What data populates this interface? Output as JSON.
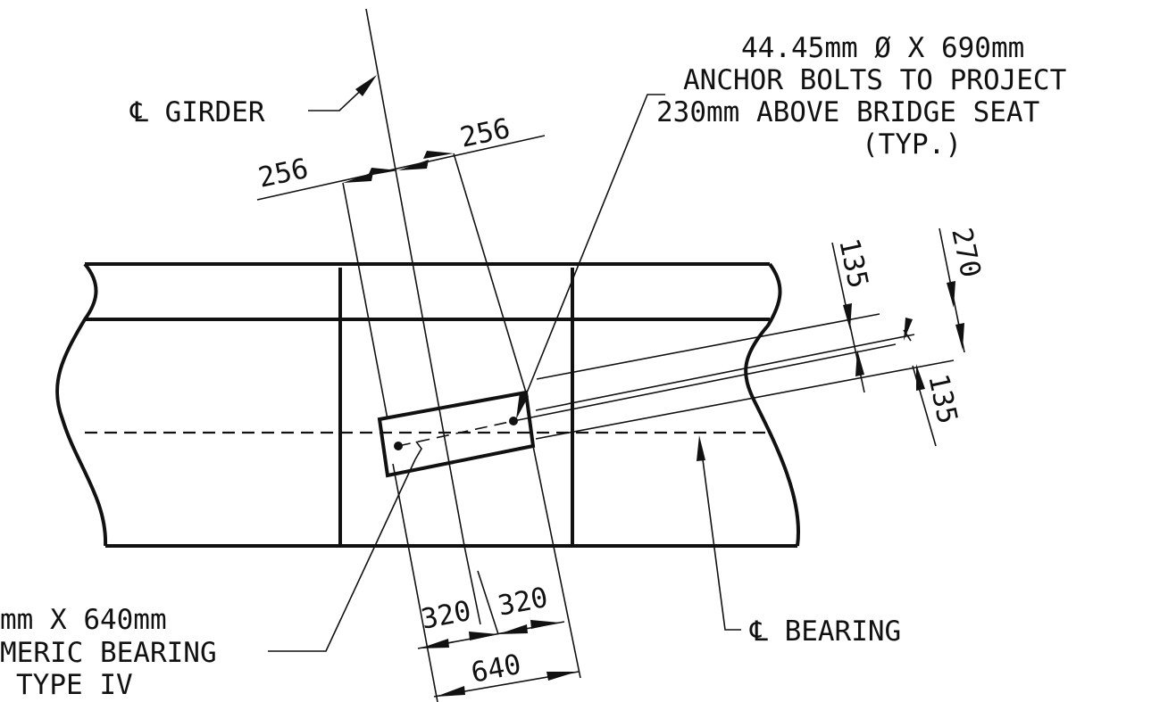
{
  "labels": {
    "cl_girder": "℄ GIRDER",
    "cl_bearing": "℄ BEARING",
    "anchor_note": [
      "44.45mm  Ø X 690mm",
      "ANCHOR BOLTS TO PROJECT",
      "230mm ABOVE BRIDGE SEAT",
      "(TYP.)"
    ],
    "bearing_note": [
      "mm X 640mm",
      "MERIC BEARING",
      "TYPE IV"
    ]
  },
  "dimensions": {
    "top_left": "256",
    "top_right": "256",
    "right_a": "135",
    "right_total": "270",
    "right_b": "135",
    "bottom_left": "320",
    "bottom_right": "320",
    "bottom_total": "640"
  },
  "colors": {
    "ink": "#111111",
    "paper": "#ffffff"
  }
}
